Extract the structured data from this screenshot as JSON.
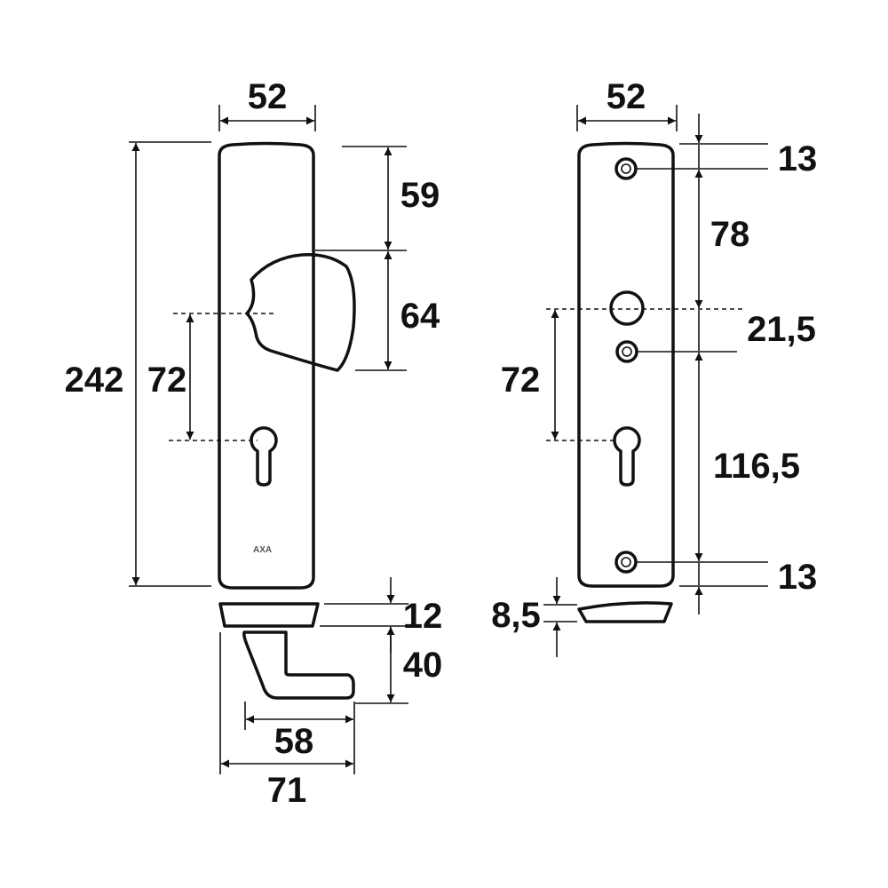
{
  "colors": {
    "line": "#111111",
    "background": "#ffffff"
  },
  "left_view": {
    "brand_logo": "AXA",
    "dims": {
      "top_width": "52",
      "height_total": "242",
      "spindle_to_key": "72",
      "top_to_knob": "59",
      "knob_height": "64",
      "foot_thickness": "12",
      "handle_depth": "40",
      "handle_width": "58",
      "total_width": "71"
    }
  },
  "right_view": {
    "dims": {
      "top_width": "52",
      "top_screw": "13",
      "screw_to_spindle": "78",
      "spindle_to_screw": "21,5",
      "spindle_to_key": "72",
      "screw_to_bottom_screw": "116,5",
      "bottom_screw": "13",
      "foot_thickness": "8,5"
    }
  }
}
